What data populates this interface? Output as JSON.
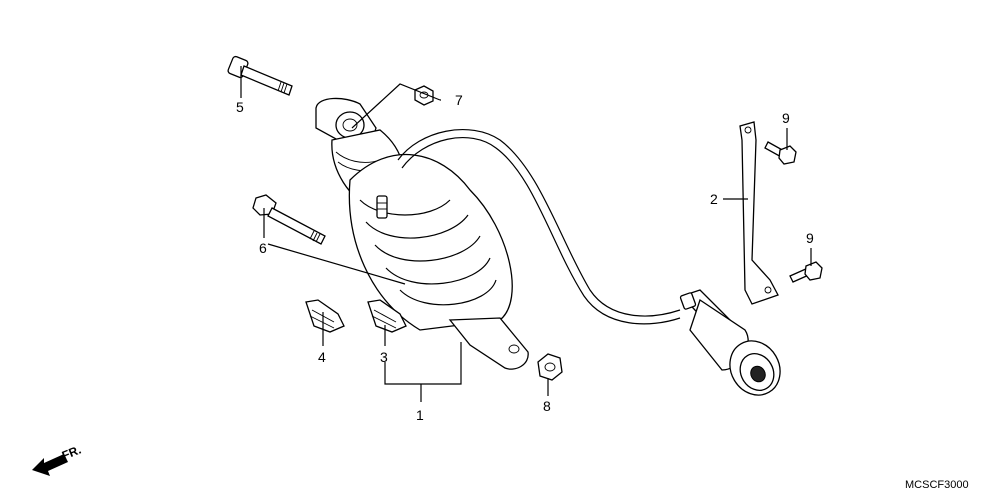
{
  "diagram": {
    "code": "MCSCF3000",
    "front_marker": "FR.",
    "callouts": [
      {
        "id": "c1",
        "text": "1"
      },
      {
        "id": "c2",
        "text": "2"
      },
      {
        "id": "c3",
        "text": "3"
      },
      {
        "id": "c4",
        "text": "4"
      },
      {
        "id": "c5",
        "text": "5"
      },
      {
        "id": "c6",
        "text": "6"
      },
      {
        "id": "c7",
        "text": "7"
      },
      {
        "id": "c8",
        "text": "8"
      },
      {
        "id": "c9a",
        "text": "9"
      },
      {
        "id": "c9b",
        "text": "9"
      }
    ]
  }
}
